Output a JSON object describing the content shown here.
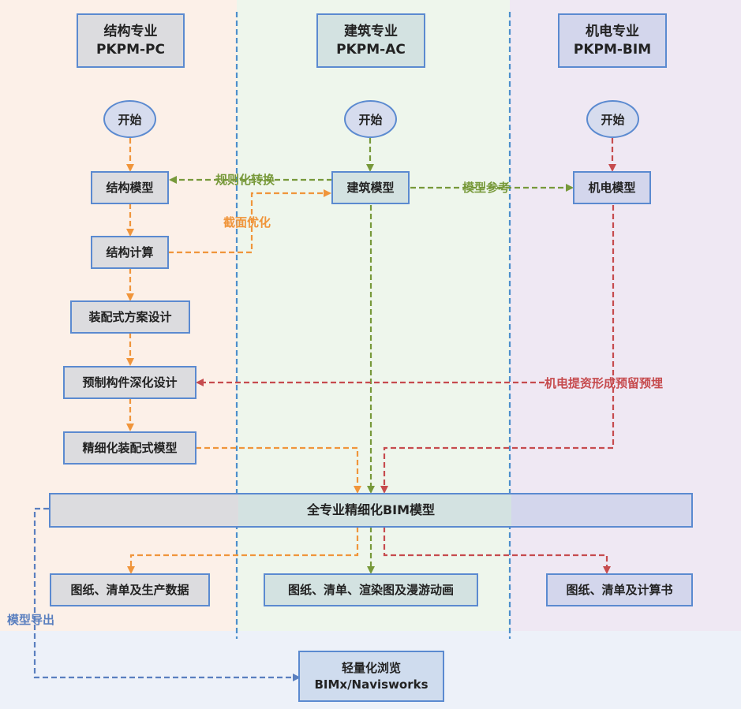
{
  "colors": {
    "structure": "#f0953b",
    "architecture": "#77993a",
    "mep": "#c64b4e",
    "export": "#5a7fbf",
    "lane_divider": "#4d8fcc",
    "box_border": "#5b8ad0"
  },
  "lanes": {
    "structure": {
      "title": "结构专业",
      "software": "PKPM-PC"
    },
    "architecture": {
      "title": "建筑专业",
      "software": "PKPM-AC"
    },
    "mep": {
      "title": "机电专业",
      "software": "PKPM-BIM"
    }
  },
  "nodes": {
    "start_structure": "开始",
    "start_arch": "开始",
    "start_mep": "开始",
    "structure_model": "结构模型",
    "arch_model": "建筑模型",
    "mep_model": "机电模型",
    "structure_calc": "结构计算",
    "prefab_scheme": "装配式方案设计",
    "prefab_detail": "预制构件深化设计",
    "refined_prefab_model": "精细化装配式模型",
    "full_bim_model": "全专业精细化BIM模型",
    "output_structure": "图纸、清单及生产数据",
    "output_arch": "图纸、清单、渲染图及漫游动画",
    "output_mep": "图纸、清单及计算书",
    "lightweight_title": "轻量化浏览",
    "lightweight_software": "BIMx/Navisworks"
  },
  "edge_labels": {
    "normalize": "规则化转换",
    "section_opt": "截面优化",
    "model_ref": "模型参考",
    "mep_reserve": "机电提资形成预留预埋",
    "model_export": "模型导出"
  }
}
